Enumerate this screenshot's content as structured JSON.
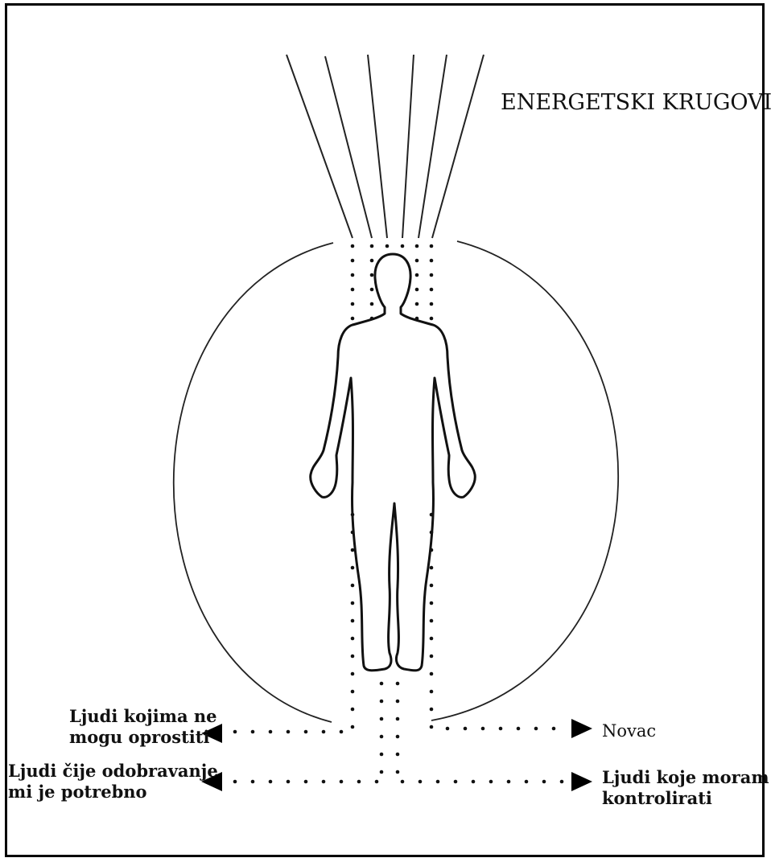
{
  "diagram": {
    "title": "ENERGETSKI KRUGOVI",
    "labels": {
      "left_upper_line1": "Ljudi kojima ne",
      "left_upper_line2": "mogu oprostiti",
      "left_lower_line1": "Ljudi čije odobravanje",
      "left_lower_line2": "mi je potrebno",
      "right_upper": "Novac",
      "right_lower_line1": "Ljudi koje moram",
      "right_lower_line2": "kontrolirati"
    }
  }
}
